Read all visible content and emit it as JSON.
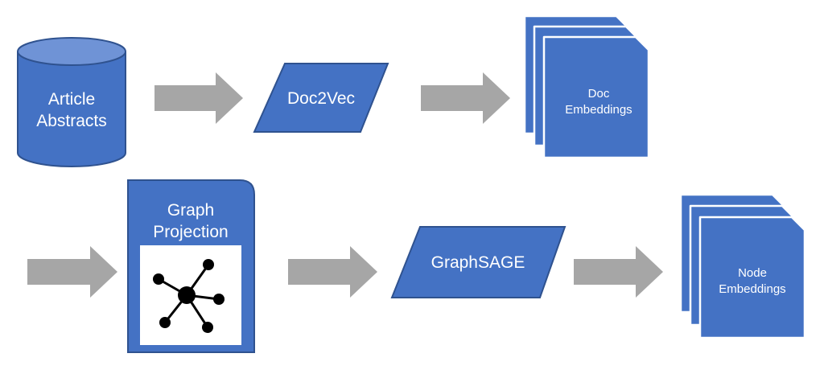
{
  "colors": {
    "shape_fill": "#4472c4",
    "shape_stroke": "#2f528f",
    "arrow": "#a6a6a6",
    "text": "#ffffff",
    "node": "#000000"
  },
  "nodes": {
    "article_abstracts": {
      "line1": "Article",
      "line2": "Abstracts",
      "shape": "database-cylinder"
    },
    "doc2vec": {
      "label": "Doc2Vec",
      "shape": "parallelogram"
    },
    "doc_embeddings": {
      "line1": "Doc",
      "line2": "Embeddings",
      "shape": "stacked-documents"
    },
    "graph_projection": {
      "line1": "Graph",
      "line2": "Projection",
      "shape": "document",
      "icon": "network-graph-icon"
    },
    "graphsage": {
      "label": "GraphSAGE",
      "shape": "parallelogram"
    },
    "node_embeddings": {
      "line1": "Node",
      "line2": "Embeddings",
      "shape": "stacked-documents"
    }
  },
  "edges": [
    {
      "from": "article_abstracts",
      "to": "doc2vec"
    },
    {
      "from": "doc2vec",
      "to": "doc_embeddings"
    },
    {
      "from": null,
      "to": "graph_projection"
    },
    {
      "from": "graph_projection",
      "to": "graphsage"
    },
    {
      "from": "graphsage",
      "to": "node_embeddings"
    }
  ]
}
